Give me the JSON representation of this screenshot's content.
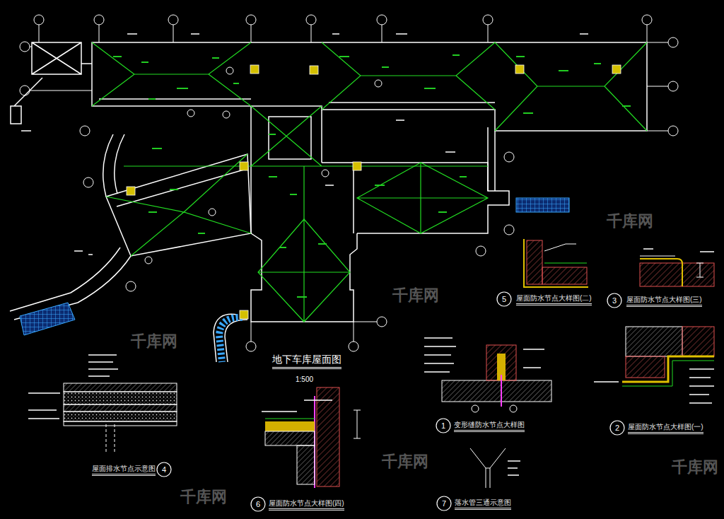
{
  "diagram": {
    "title": "地下车库屋面图",
    "nodes": [
      {
        "text": [
          "5"
        ]
      },
      {
        "text": [
          "3"
        ]
      },
      {
        "text": [
          "1"
        ]
      },
      {
        "text": [
          "2"
        ]
      },
      {
        "text": [
          "4"
        ]
      },
      {
        "text": [
          "6"
        ]
      },
      {
        "text": [
          "7"
        ]
      }
    ],
    "labels": [
      "屋面防水节点大样图(二)",
      "屋面防水节点大样图(三)",
      "1:500",
      "变形缝防水节点大样图",
      "屋面防水节点大样图(一)",
      "屋面排水节点示意图",
      "屋面防水节点大样图(四)",
      "落水管三通示意图",
      "千库网",
      "千库网",
      "千库网",
      "千库网",
      "千库网",
      "千库网"
    ]
  }
}
